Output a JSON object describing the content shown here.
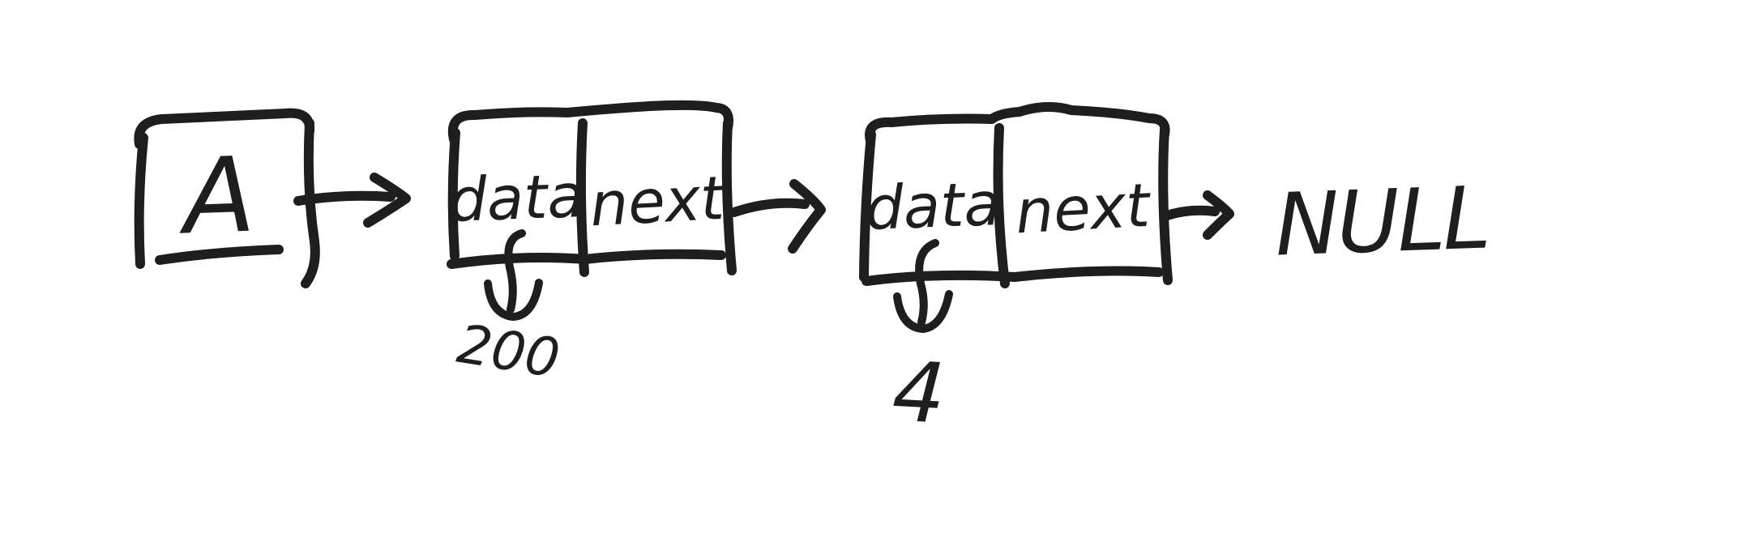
{
  "style": {
    "ink": "#1e1e1e",
    "background": "#ffffff"
  },
  "head": {
    "label": "A"
  },
  "nodes": [
    {
      "field1": "data",
      "field2": "next",
      "value": "200"
    },
    {
      "field1": "data",
      "field2": "next",
      "value": "4"
    }
  ],
  "terminal": {
    "label": "NULL"
  }
}
